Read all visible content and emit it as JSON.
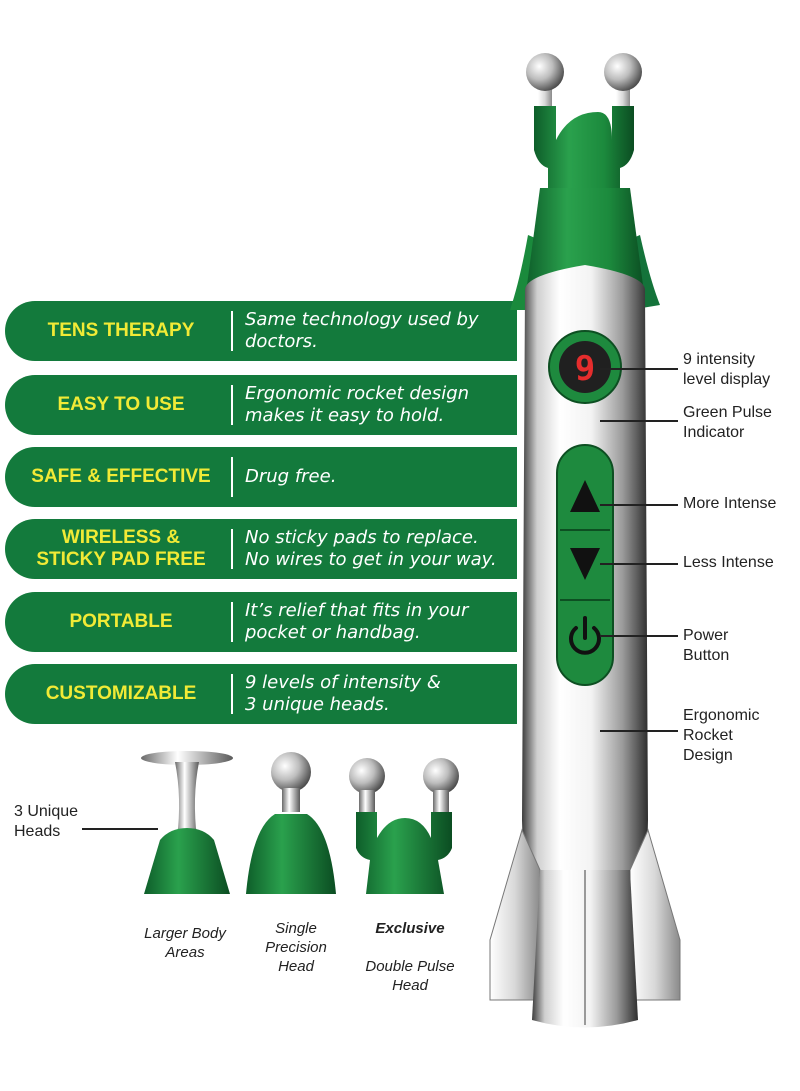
{
  "features": [
    {
      "title": "TENS THERAPY",
      "desc": "Same technology used by\ndoctors."
    },
    {
      "title": "EASY TO USE",
      "desc": "Ergonomic rocket design\nmakes it easy to hold."
    },
    {
      "title": "SAFE & EFFECTIVE",
      "desc": "Drug free."
    },
    {
      "title": "WIRELESS &\nSTICKY PAD FREE",
      "desc": "No sticky pads to replace.\nNo wires to get in your way."
    },
    {
      "title": "PORTABLE",
      "desc": "It’s relief that fits in your\npocket or handbag."
    },
    {
      "title": "CUSTOMIZABLE",
      "desc": "9 levels of intensity &\n3 unique heads."
    }
  ],
  "callouts": [
    "9 intensity\nlevel display",
    "Green Pulse\nIndicator",
    "More Intense",
    "Less Intense",
    "Power\nButton",
    "Ergonomic\nRocket\nDesign"
  ],
  "display_digit": "9",
  "heads_label": "3 Unique\nHeads",
  "heads": [
    {
      "caption": "Larger Body\nAreas"
    },
    {
      "caption": "Single\nPrecision\nHead"
    },
    {
      "caption_bold": "Exclusive",
      "caption": "Double Pulse\nHead"
    }
  ],
  "colors": {
    "banner_green": "#137a3c",
    "title_yellow": "#f1ea36",
    "device_green": "#1e8a3e"
  }
}
